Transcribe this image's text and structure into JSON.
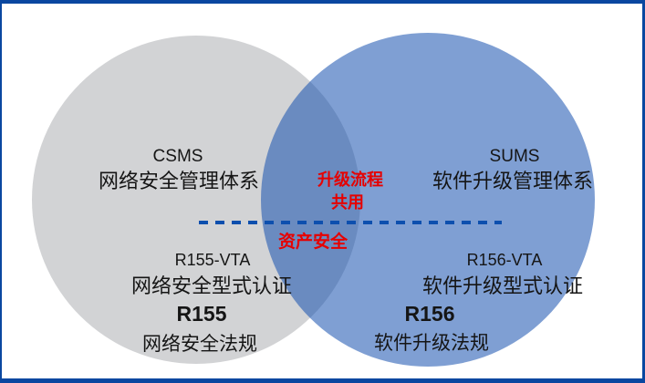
{
  "diagram": {
    "type": "venn-two-circles",
    "frame_border_color": "#0a47a0",
    "divider_color": "#0d4fae",
    "accent_red": "#e60000",
    "left_circle": {
      "fill": "#d2d3d5",
      "title": "CSMS",
      "subtitle": "网络安全管理体系",
      "cert_code": "R155-VTA",
      "cert_label": "网络安全型式认证",
      "regulation_code": "R155",
      "regulation_label": "网络安全法规"
    },
    "right_circle": {
      "fill": "#7f9ed3",
      "title": "SUMS",
      "subtitle": "软件升级管理体系",
      "cert_code": "R156-VTA",
      "cert_label": "软件升级型式认证",
      "regulation_code": "R156",
      "regulation_label": "软件升级法规"
    },
    "overlap": {
      "fill": "#6a8ac0",
      "shared_line1": "升级流程",
      "shared_line2": "共用",
      "asset_label": "资产安全"
    }
  }
}
